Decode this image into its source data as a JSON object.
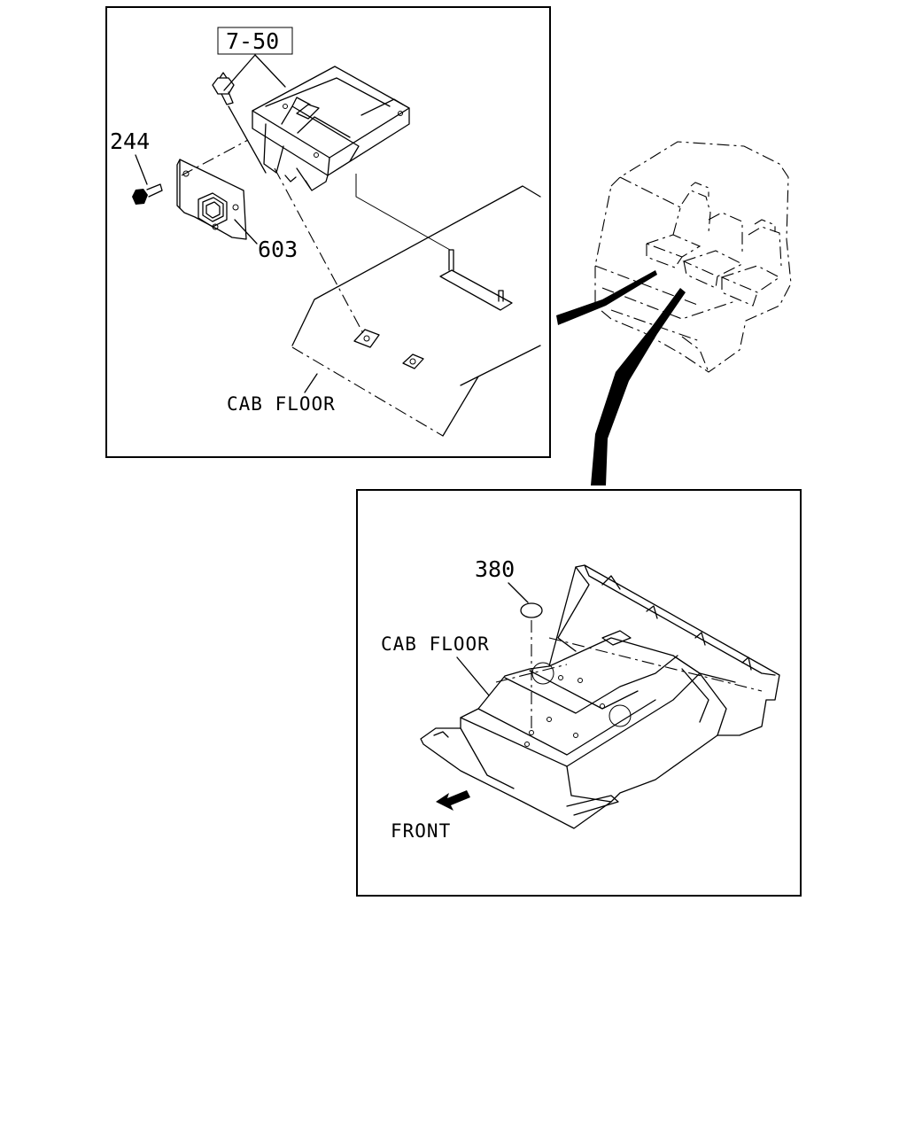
{
  "callouts": {
    "ref_7_50": "7-50",
    "part_244": "244",
    "part_603": "603",
    "part_380": "380"
  },
  "labels": {
    "cab_floor_top": "CAB FLOOR",
    "cab_floor_bottom": "CAB FLOOR",
    "front": "FRONT"
  }
}
